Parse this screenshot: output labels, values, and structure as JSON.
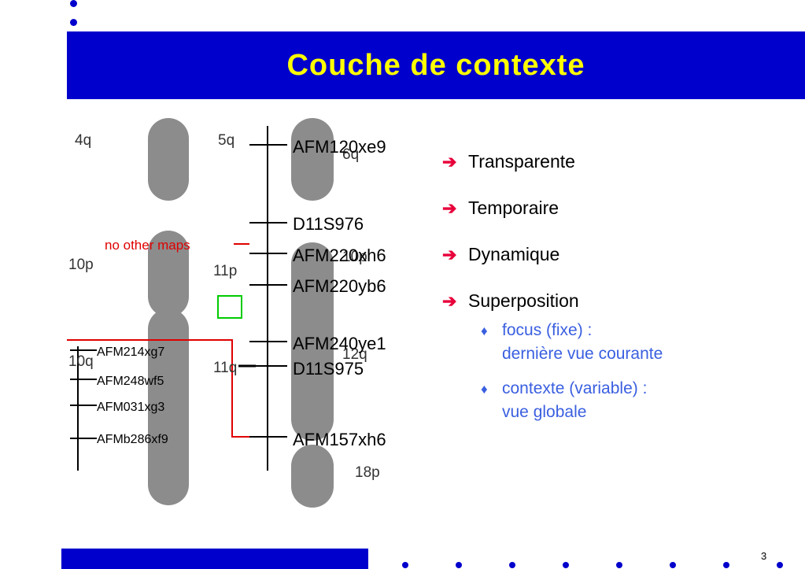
{
  "slide": {
    "title": "Couche de contexte",
    "page_number": "3"
  },
  "bullets": [
    {
      "text": "Transparente"
    },
    {
      "text": "Temporaire"
    },
    {
      "text": "Dynamique"
    },
    {
      "text": "Superposition"
    }
  ],
  "sub_bullets": [
    {
      "line1": "focus (fixe) :",
      "line2": "dernière vue courante"
    },
    {
      "line1": "contexte (variable) :",
      "line2": "vue globale"
    }
  ],
  "map": {
    "band_labels": {
      "b4q": "4q",
      "b5q": "5q",
      "b10p": "10p",
      "b11p": "11p",
      "b10q": "10q",
      "b11q": "11q",
      "b12q": "12q",
      "b6q": "6q",
      "b10p2": "10p",
      "b11": "1 ",
      "b18p": "18p"
    },
    "markers": {
      "m1": "AFM120xe9",
      "m2": "D11S976",
      "m3": "AFM220xh6",
      "m4": "AFM220yb6",
      "m5": "AFM240ye1",
      "m6": "D11S975",
      "m7": "AFM157xh6"
    },
    "small_markers": {
      "s1": "AFM214xg7",
      "s2": "AFM248wf5",
      "s3": "AFM031xg3",
      "s4": "AFMb286xf9"
    },
    "annotation": "no other maps",
    "colors": {
      "chromosome": "#8c8c8c",
      "red": "#e00000",
      "highlight": "#00cc00"
    }
  }
}
